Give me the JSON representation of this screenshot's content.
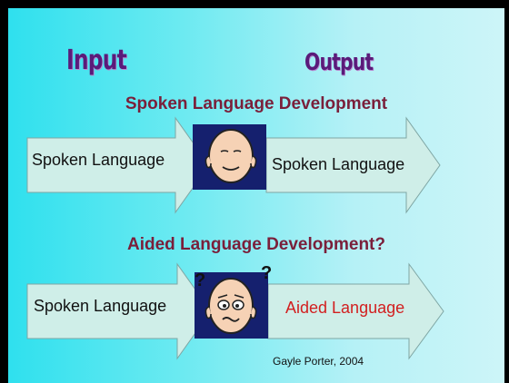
{
  "headings": {
    "input": "Input",
    "output": "Output"
  },
  "row1": {
    "title": "Spoken Language Development",
    "left_label": "Spoken Language",
    "right_label": "Spoken Language",
    "face": "smiling-face-icon"
  },
  "row2": {
    "title": "Aided Language Development?",
    "left_label": "Spoken Language",
    "right_label": "Aided Language",
    "face": "confused-face-icon",
    "marks": [
      "?",
      "?"
    ]
  },
  "credit": "Gayle Porter, 2004",
  "colors": {
    "background_start": "#2fe0ee",
    "background_end": "#cdf5f8",
    "arrow_fill": "#cfeee8",
    "heading": "#5a1b7a",
    "subheading": "#7a1f3a",
    "face_box": "#15206e",
    "skin": "#f6d2b5",
    "aided_label": "#d22020"
  }
}
